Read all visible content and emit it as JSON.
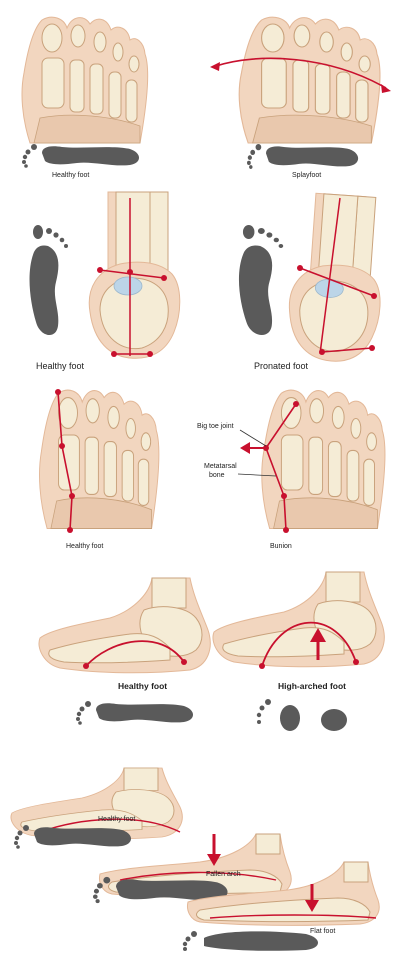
{
  "colors": {
    "skin": "#f2d6bf",
    "skin_shadow": "#e3b898",
    "bone": "#f5ecd6",
    "bone_outline": "#c9a27c",
    "red": "#c8102e",
    "print": "#5a5a5a",
    "cartilage": "#bcd5e8"
  },
  "panels": {
    "toes": {
      "healthy_label": "Healthy foot",
      "splay_label": "Splayfoot"
    },
    "ankle": {
      "healthy_label": "Healthy foot",
      "pronated_label": "Pronated foot"
    },
    "bunion": {
      "healthy_label": "Healthy foot",
      "bunion_label": "Bunion",
      "big_toe_joint_label": "Big toe joint",
      "metatarsal_label_1": "Metatarsal",
      "metatarsal_label_2": "bone"
    },
    "arch": {
      "healthy_label": "Healthy foot",
      "high_arched_label": "High-arched foot"
    },
    "flat": {
      "healthy_label": "Healthy foot",
      "fallen_label": "Fallen arch",
      "flat_label": "Flat foot"
    }
  }
}
